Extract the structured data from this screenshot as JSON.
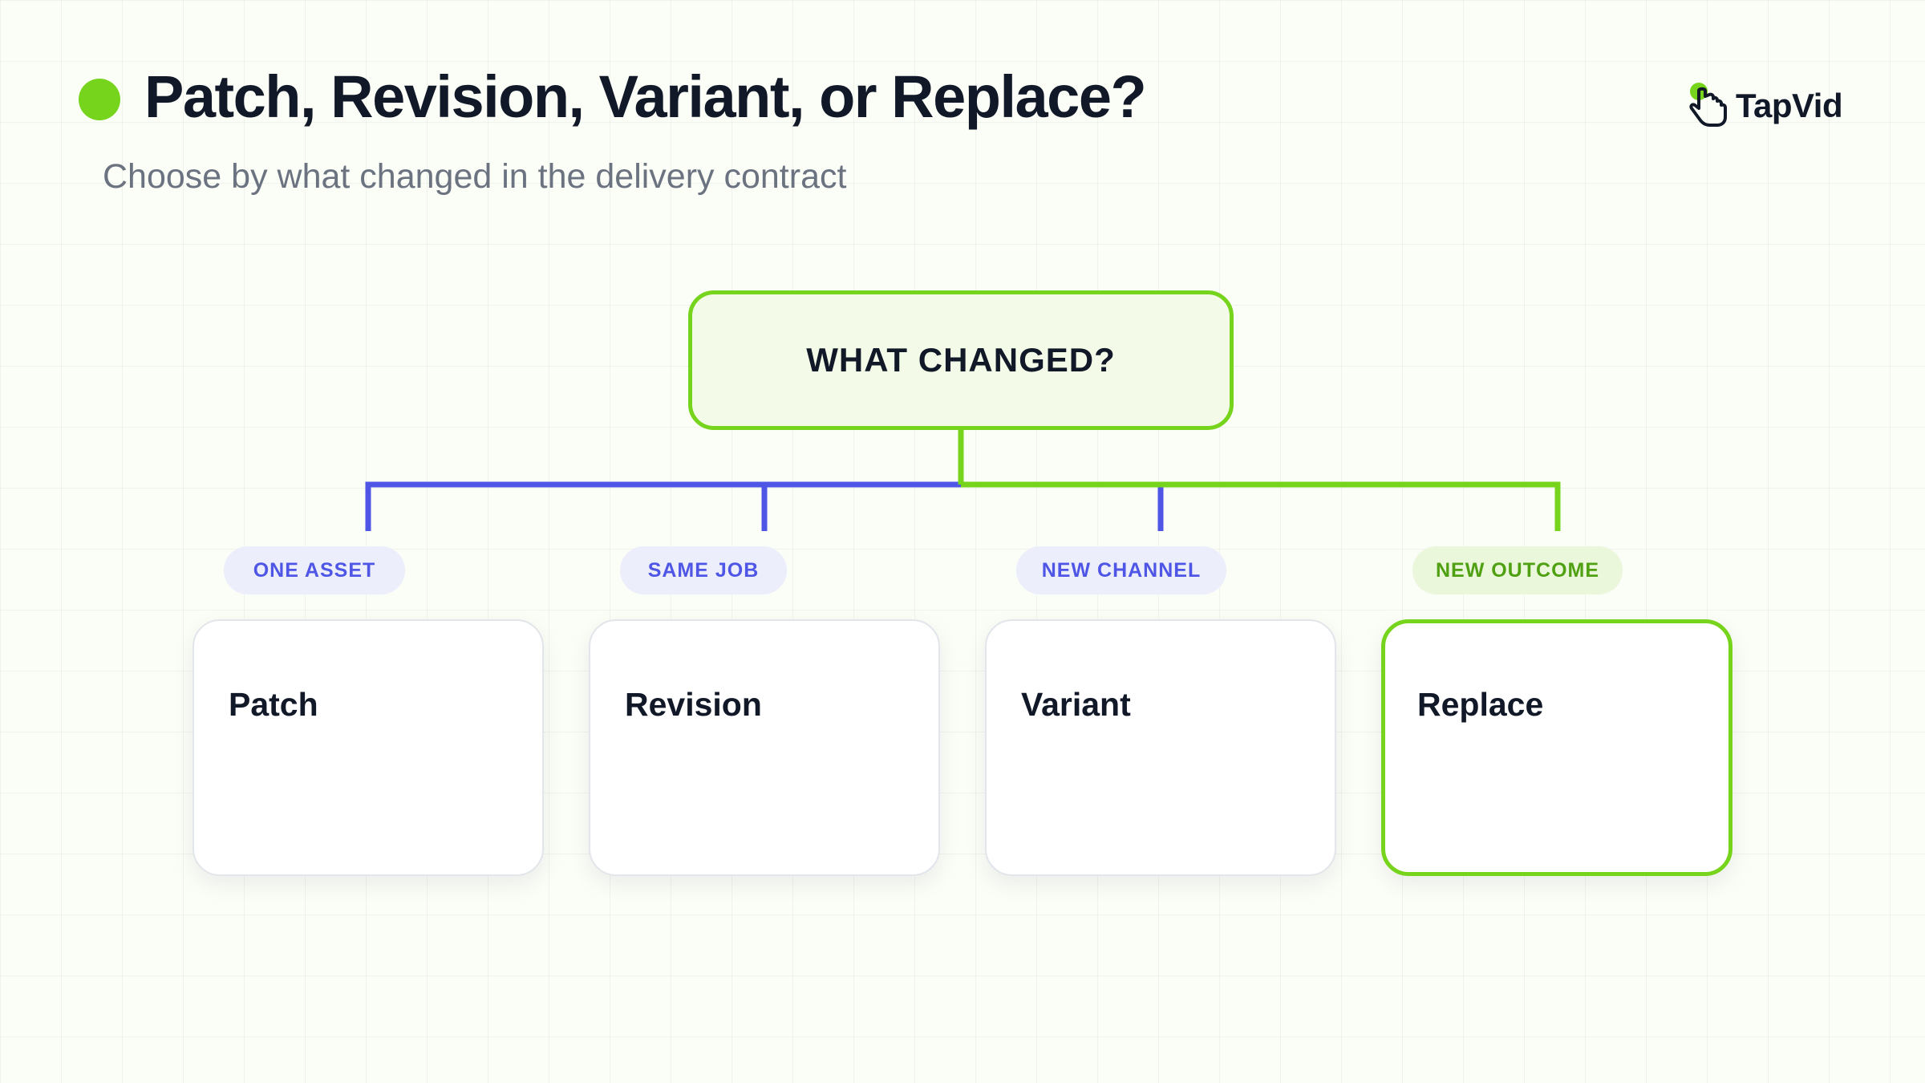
{
  "header": {
    "title": "Patch, Revision, Variant, or Replace?",
    "subtitle": "Choose by what changed in the delivery contract"
  },
  "logo": {
    "text": "TapVid",
    "icon": "hand-pointer-icon"
  },
  "diagram": {
    "root_label": "WHAT CHANGED?",
    "branches": [
      {
        "label": "ONE ASSET",
        "option": "Patch",
        "color": "#4f56e6"
      },
      {
        "label": "SAME JOB",
        "option": "Revision",
        "color": "#4f56e6"
      },
      {
        "label": "NEW CHANNEL",
        "option": "Variant",
        "color": "#4f56e6"
      },
      {
        "label": "NEW OUTCOME",
        "option": "Replace",
        "color": "#76d41c"
      }
    ]
  },
  "colors": {
    "accent_green": "#76d41c",
    "accent_blue": "#4f56e6",
    "text_dark": "#111827",
    "text_muted": "#6b7280"
  }
}
